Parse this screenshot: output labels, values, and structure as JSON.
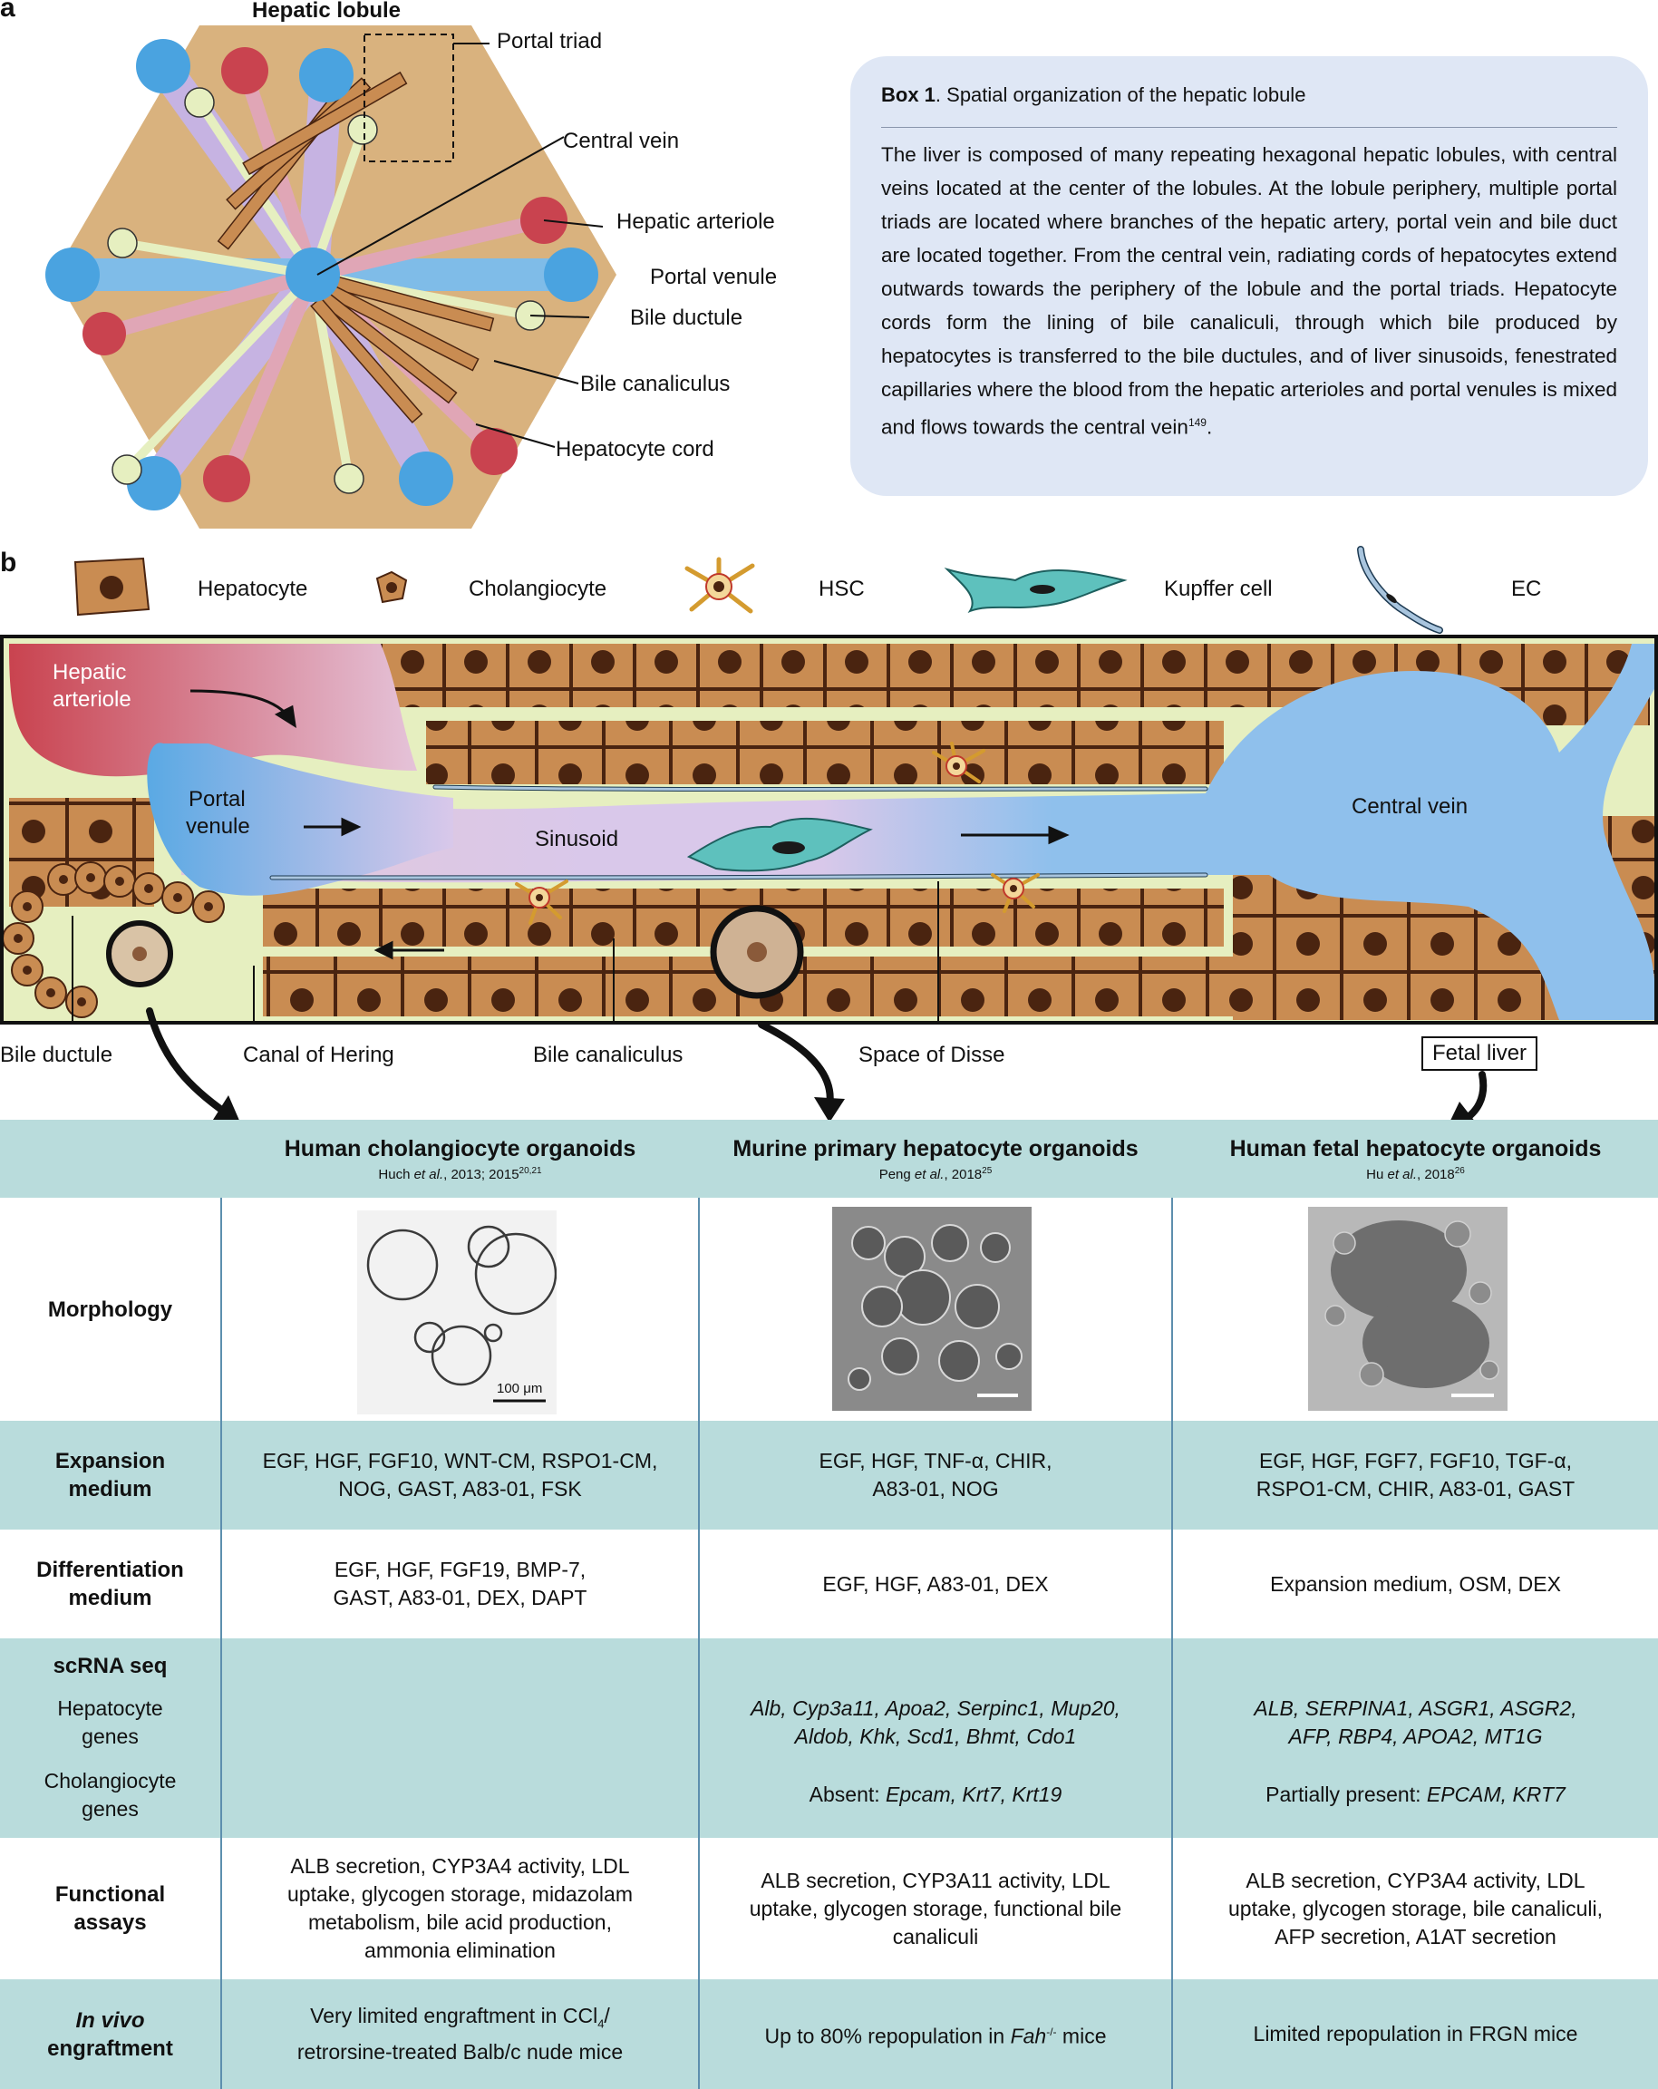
{
  "panel_a": {
    "letter": "a",
    "title": "Hepatic lobule",
    "labels": {
      "portal_triad": "Portal triad",
      "central_vein": "Central vein",
      "hepatic_arteriole": "Hepatic arteriole",
      "portal_venule": "Portal venule",
      "bile_ductule": "Bile ductule",
      "bile_canaliculus": "Bile canaliculus",
      "hepatocyte_cord": "Hepatocyte cord"
    }
  },
  "box1": {
    "title_bold": "Box 1",
    "title_rest": ". Spatial organization of the hepatic lobule",
    "body": "The liver is composed of many repeating hexagonal hepatic lobules, with central veins located at the center of the lobules. At the lobule periphery, multiple portal triads are located where branches of the hepatic artery, portal vein and bile duct are located together. From the central vein, radiating cords of hepatocytes extend outwards towards the periphery of the lobule and the portal triads. Hepatocyte cords form the lining of bile canaliculi, through which bile produced by hepatocytes is transferred to the bile ductules, and of liver sinusoids, fenestrated capillaries where the blood from the hepatic arterioles and portal venules is mixed and flows towards the central vein",
    "ref": "149",
    "end": "."
  },
  "panel_b": {
    "letter": "b",
    "legend": [
      "Hepatocyte",
      "Cholangiocyte",
      "HSC",
      "Kupffer cell",
      "EC"
    ],
    "labels": {
      "hepatic_arteriole_1": "Hepatic",
      "hepatic_arteriole_2": "arteriole",
      "portal_venule_1": "Portal",
      "portal_venule_2": "venule",
      "sinusoid": "Sinusoid",
      "central_vein": "Central vein",
      "bile_ductule": "Bile ductule",
      "canal_of_hering": "Canal of Hering",
      "bile_canaliculus": "Bile canaliculus",
      "space_of_disse": "Space of Disse",
      "fetal_liver": "Fetal liver"
    }
  },
  "table": {
    "columns": [
      {
        "title": "Human cholangiocyte organoids",
        "cite_a": "Huch ",
        "cite_et": "et al.",
        "cite_b": ", 2013; 2015",
        "cite_sup": "20,21"
      },
      {
        "title": "Murine primary hepatocyte organoids",
        "cite_a": "Peng ",
        "cite_et": "et al.",
        "cite_b": ", 2018",
        "cite_sup": "25"
      },
      {
        "title": "Human fetal hepatocyte organoids",
        "cite_a": "Hu ",
        "cite_et": "et al.",
        "cite_b": ", 2018",
        "cite_sup": "26"
      }
    ],
    "scale_bar": "100 μm",
    "rows": {
      "morphology": "Morphology",
      "expansion_1": "Expansion",
      "expansion_2": "medium",
      "differentiation_1": "Differentiation",
      "differentiation_2": "medium",
      "scrna": "scRNA seq",
      "hep_genes_1": "Hepatocyte",
      "hep_genes_2": "genes",
      "chol_genes_1": "Cholangiocyte",
      "chol_genes_2": "genes",
      "functional_1": "Functional",
      "functional_2": "assays",
      "invivo_1": "In vivo",
      "invivo_2": "engraftment"
    },
    "expansion": [
      [
        "EGF, HGF, FGF10, WNT-CM, RSPO1-CM,",
        "NOG, GAST, A83-01, FSK"
      ],
      [
        "EGF, HGF, TNF-α, CHIR,",
        "A83-01, NOG"
      ],
      [
        "EGF, HGF, FGF7, FGF10, TGF-α,",
        "RSPO1-CM, CHIR, A83-01, GAST"
      ]
    ],
    "differentiation": [
      [
        "EGF, HGF, FGF19, BMP-7,",
        "GAST, A83-01, DEX, DAPT"
      ],
      [
        "EGF, HGF, A83-01, DEX"
      ],
      [
        "Expansion medium, OSM, DEX"
      ]
    ],
    "scrna": {
      "col2_line1": "Alb, Cyp3a11, Apoa2, Serpinc1, Mup20,",
      "col2_line2": "Aldob, Khk, Scd1, Bhmt, Cdo1",
      "col2_absent_label": "Absent: ",
      "col2_absent_genes": "Epcam, Krt7, Krt19",
      "col3_line1": "ALB, SERPINA1, ASGR1, ASGR2,",
      "col3_line2": "AFP, RBP4, APOA2, MT1G",
      "col3_partial_label": "Partially present: ",
      "col3_partial_genes": "EPCAM, KRT7"
    },
    "functional": [
      [
        "ALB secretion, CYP3A4 activity, LDL",
        "uptake, glycogen storage, midazolam",
        "metabolism, bile acid production,",
        "ammonia elimination"
      ],
      [
        "ALB secretion, CYP3A11 activity, LDL",
        "uptake, glycogen storage, functional bile",
        "canaliculi"
      ],
      [
        "ALB secretion, CYP3A4 activity, LDL",
        "uptake, glycogen storage, bile canaliculi,",
        "AFP secretion, A1AT secretion"
      ]
    ],
    "invivo": {
      "col1_line1_a": "Very limited engraftment in CCl",
      "col1_line1_sub": "4",
      "col1_line1_b": "/",
      "col1_line2": "retrorsine-treated Balb/c nude mice",
      "col2_a": "Up to 80% repopulation in ",
      "col2_gene": "Fah",
      "col2_sup": "-/-",
      "col2_b": " mice",
      "col3": "Limited repopulation in FRGN mice"
    }
  },
  "colors": {
    "arteriole_red": "#c9434f",
    "venule_blue": "#4aa3e0",
    "ductule_green": "#e6efc0",
    "hepatocyte_brown": "#c98c52",
    "nucleus": "#4a2410",
    "sinusoid_purple": "#d9c8ea",
    "lobule_tan": "#d9b27e",
    "table_teal": "#b9dcdc",
    "box_blue": "#dfe7f5"
  }
}
